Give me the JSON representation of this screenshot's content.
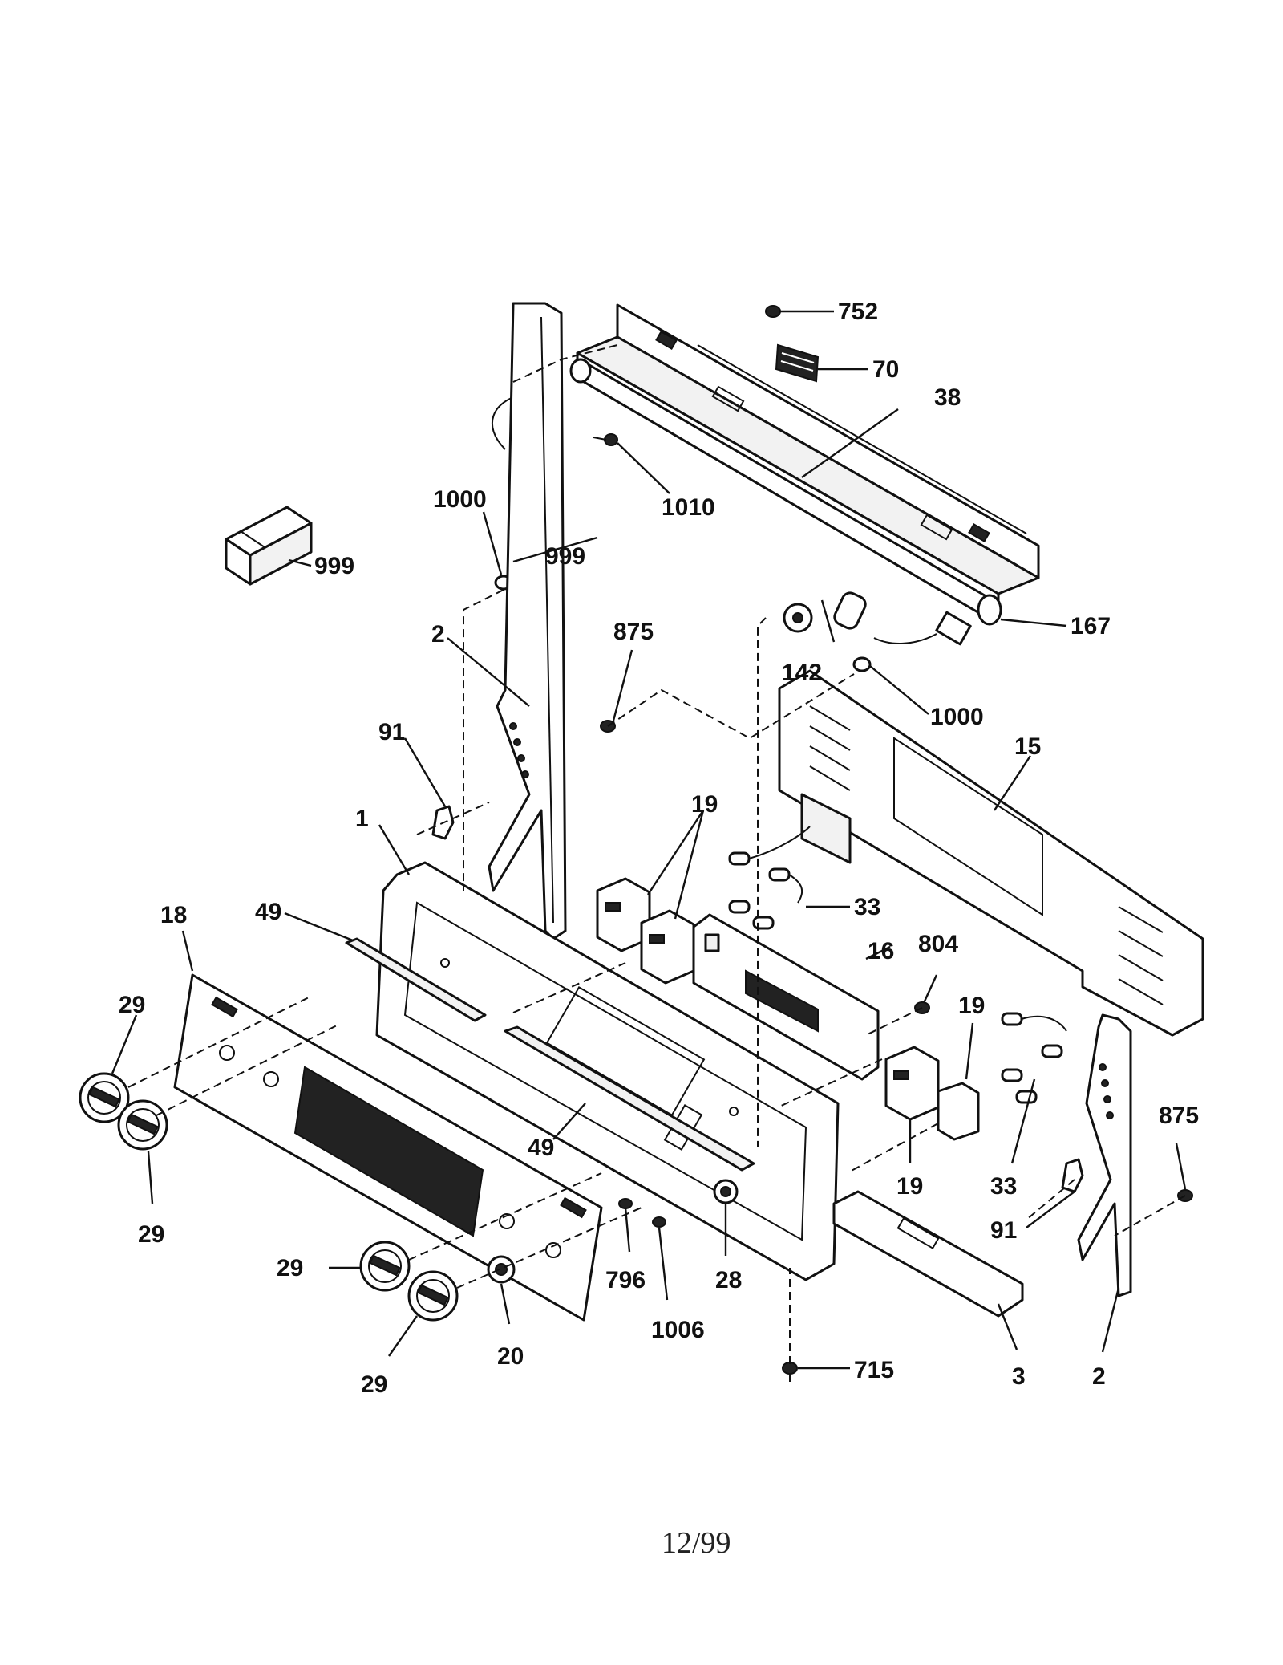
{
  "labels": {
    "l_752": "752",
    "l_70": "70",
    "l_38": "38",
    "l_1010": "1010",
    "l_1000a": "1000",
    "l_999a": "999",
    "l_999b": "999",
    "l_167": "167",
    "l_142": "142",
    "l_875a": "875",
    "l_1000b": "1000",
    "l_2a": "2",
    "l_91a": "91",
    "l_15": "15",
    "l_1": "1",
    "l_19a": "19",
    "l_33a": "33",
    "l_18": "18",
    "l_49a": "49",
    "l_16": "16",
    "l_804": "804",
    "l_19b": "19",
    "l_29a": "29",
    "l_875b": "875",
    "l_29b": "29",
    "l_49b": "49",
    "l_19c": "19",
    "l_33b": "33",
    "l_91b": "91",
    "l_29c": "29",
    "l_796": "796",
    "l_28": "28",
    "l_1006": "1006",
    "l_20": "20",
    "l_29d": "29",
    "l_715": "715",
    "l_3": "3",
    "l_2b": "2"
  },
  "footer": {
    "page": "12/99"
  }
}
